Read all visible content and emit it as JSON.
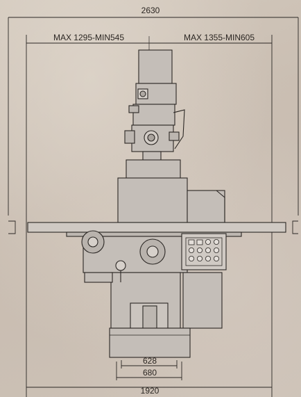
{
  "dimensions": {
    "overall_width": "2630",
    "left_travel": "MAX 1295-MIN545",
    "right_travel": "MAX 1355-MIN605",
    "base_inner": "628",
    "base_outer": "680",
    "base_total": "1920"
  },
  "colors": {
    "line": "#2b2724",
    "machine_fill": "#c4beb8",
    "paper": "#cdc2b6"
  }
}
